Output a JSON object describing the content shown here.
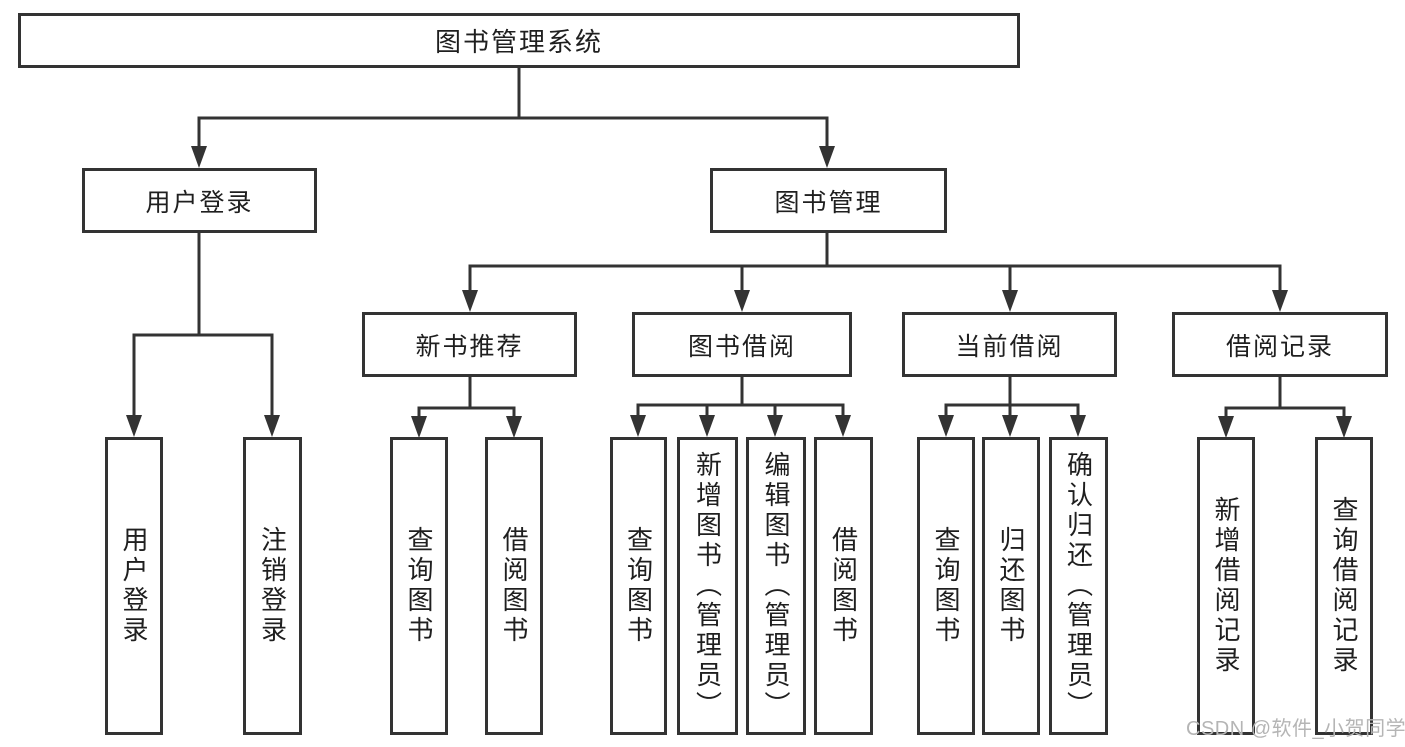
{
  "diagram": {
    "title_node": {
      "label": "图书管理系统"
    },
    "level2": {
      "user_login": {
        "label": "用户登录"
      },
      "book_management": {
        "label": "图书管理"
      }
    },
    "level3": {
      "new_book_recommend": {
        "label": "新书推荐"
      },
      "book_borrowing": {
        "label": "图书借阅"
      },
      "current_borrowing": {
        "label": "当前借阅"
      },
      "borrowing_records": {
        "label": "借阅记录"
      }
    },
    "leaves": {
      "user_login": [
        {
          "label": "用户登录"
        },
        {
          "label": "注销登录"
        }
      ],
      "new_book_recommend": [
        {
          "label": "查询图书"
        },
        {
          "label": "借阅图书"
        }
      ],
      "book_borrowing": [
        {
          "label": "查询图书"
        },
        {
          "label": "新增图书（管理员）"
        },
        {
          "label": "编辑图书（管理员）"
        },
        {
          "label": "借阅图书"
        }
      ],
      "current_borrowing": [
        {
          "label": "查询图书"
        },
        {
          "label": "归还图书"
        },
        {
          "label": "确认归还（管理员）"
        }
      ],
      "borrowing_records": [
        {
          "label": "新增借阅记录"
        },
        {
          "label": "查询借阅记录"
        }
      ]
    }
  },
  "watermark": {
    "text": "CSDN @软件_小贺同学"
  },
  "colors": {
    "line": "#333333",
    "text": "#1f1f1f",
    "watermark": "#b5b5b5",
    "background": "#ffffff"
  }
}
